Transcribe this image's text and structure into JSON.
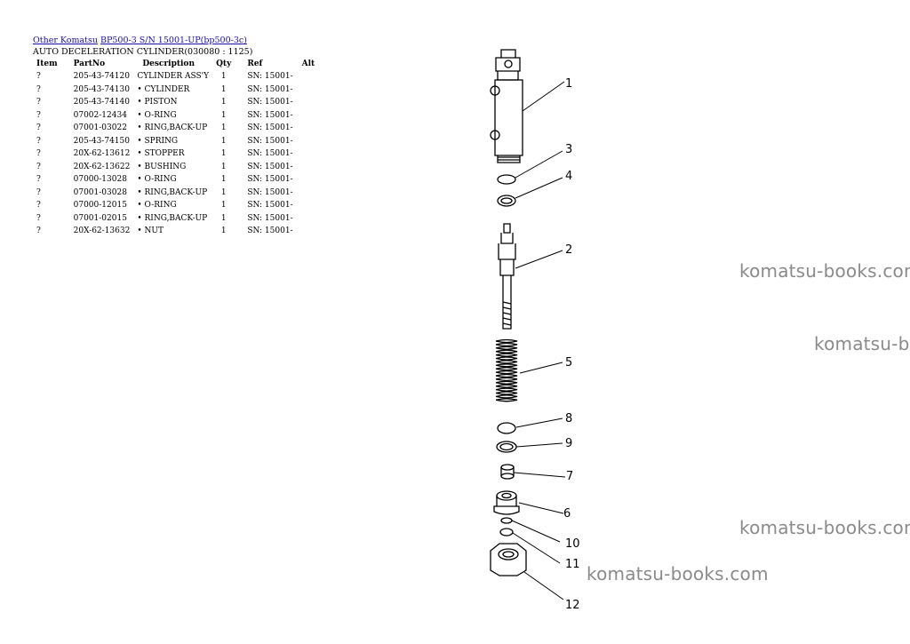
{
  "breadcrumb": {
    "link1": "Other Komatsu",
    "link2": "BP500-3 S/N 15001-UP(bp500-3c)"
  },
  "subtitle": "AUTO DECELERATION CYLINDER(030080 : 1125)",
  "table": {
    "headers": [
      "Item",
      "PartNo",
      "Description",
      "Qty",
      "Ref",
      "Alt"
    ],
    "rows": [
      [
        "?",
        "205-43-74120",
        "CYLINDER ASS'Y",
        "1",
        "SN: 15001-",
        ""
      ],
      [
        "?",
        "205-43-74130",
        "• CYLINDER",
        "1",
        "SN: 15001-",
        ""
      ],
      [
        "?",
        "205-43-74140",
        "• PISTON",
        "1",
        "SN: 15001-",
        ""
      ],
      [
        "?",
        "07002-12434",
        "• O-RING",
        "1",
        "SN: 15001-",
        ""
      ],
      [
        "?",
        "07001-03022",
        "• RING,BACK-UP",
        "1",
        "SN: 15001-",
        ""
      ],
      [
        "?",
        "205-43-74150",
        "• SPRING",
        "1",
        "SN: 15001-",
        ""
      ],
      [
        "?",
        "20X-62-13612",
        "• STOPPER",
        "1",
        "SN: 15001-",
        ""
      ],
      [
        "?",
        "20X-62-13622",
        "• BUSHING",
        "1",
        "SN: 15001-",
        ""
      ],
      [
        "?",
        "07000-13028",
        "• O-RING",
        "1",
        "SN: 15001-",
        ""
      ],
      [
        "?",
        "07001-03028",
        "• RING,BACK-UP",
        "1",
        "SN: 15001-",
        ""
      ],
      [
        "?",
        "07000-12015",
        "• O-RING",
        "1",
        "SN: 15001-",
        ""
      ],
      [
        "?",
        "07001-02015",
        "• RING,BACK-UP",
        "1",
        "SN: 15001-",
        ""
      ],
      [
        "?",
        "20X-62-13632",
        "• NUT",
        "1",
        "SN: 15001-",
        ""
      ]
    ]
  },
  "diagram": {
    "callouts": [
      "1",
      "3",
      "4",
      "2",
      "5",
      "8",
      "9",
      "7",
      "6",
      "10",
      "11",
      "12"
    ]
  },
  "watermarks": [
    "komatsu-books.com",
    "komatsu-b",
    "komatsu-books.com",
    "komatsu-books.com"
  ]
}
